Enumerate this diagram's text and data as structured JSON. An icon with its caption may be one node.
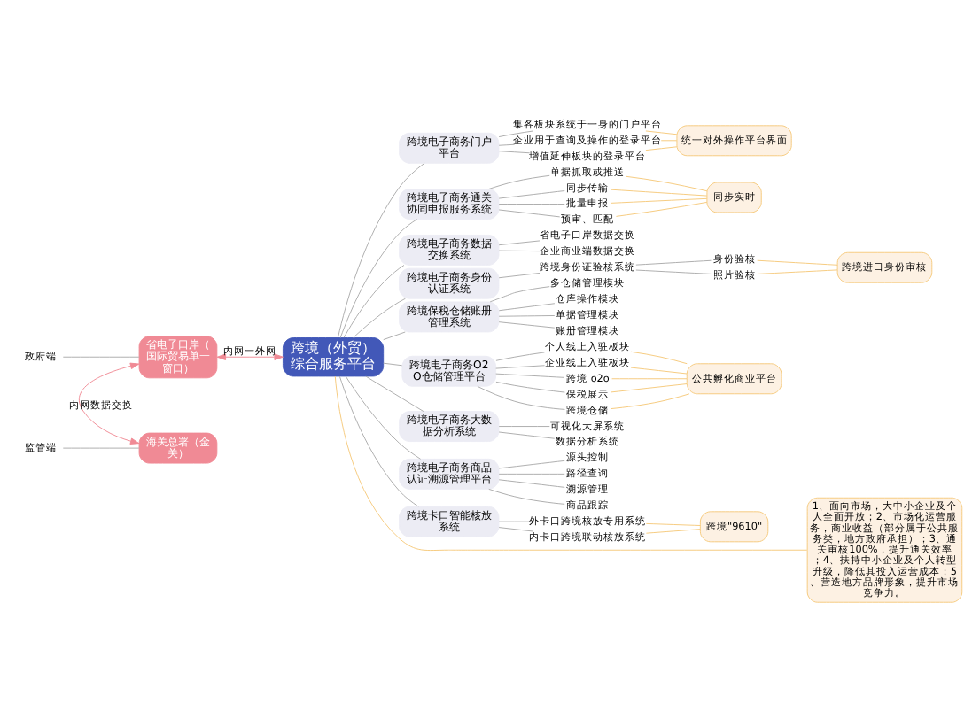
{
  "diagram": {
    "nodes": [
      {
        "text": [
          "跨境（外贸）综合服务平台"
        ]
      },
      {
        "text": [
          "省电子口岸（国际贸易单一窗口）"
        ]
      },
      {
        "text": [
          "海关总署（金关）"
        ]
      },
      {
        "text": [
          "政府端"
        ]
      },
      {
        "text": [
          "监管端"
        ]
      },
      {
        "text": [
          "跨境电子商务门户平台"
        ]
      },
      {
        "text": [
          "集各板块系统于一身的门户平台"
        ]
      },
      {
        "text": [
          "企业用于查询及操作的登录平台"
        ]
      },
      {
        "text": [
          "增值延伸板块的登录平台"
        ]
      },
      {
        "text": [
          "统一对外操作平台界面"
        ]
      },
      {
        "text": [
          "跨境电子商务通关协同申报服务系统"
        ]
      },
      {
        "text": [
          "单据抓取或推送"
        ]
      },
      {
        "text": [
          "同步传输"
        ]
      },
      {
        "text": [
          "批量申报"
        ]
      },
      {
        "text": [
          "预审、匹配"
        ]
      },
      {
        "text": [
          "同步实时"
        ]
      },
      {
        "text": [
          "跨境电子商务数据交换系统"
        ]
      },
      {
        "text": [
          "省电子口岸数据交换"
        ]
      },
      {
        "text": [
          "企业商业端数据交换"
        ]
      },
      {
        "text": [
          "跨境电子商务身份认证系统"
        ]
      },
      {
        "text": [
          "跨境身份证验核系统"
        ]
      },
      {
        "text": [
          "身份验核"
        ]
      },
      {
        "text": [
          "照片验核"
        ]
      },
      {
        "text": [
          "跨境进口身份审核"
        ]
      },
      {
        "text": [
          "跨境保税仓储账册管理系统"
        ]
      },
      {
        "text": [
          "多仓储管理模块"
        ]
      },
      {
        "text": [
          "仓库操作模块"
        ]
      },
      {
        "text": [
          "单据管理模块"
        ]
      },
      {
        "text": [
          "账册管理模块"
        ]
      },
      {
        "text": [
          "跨境电子商务O2O仓储管理平台"
        ]
      },
      {
        "text": [
          "个人线上入驻板块"
        ]
      },
      {
        "text": [
          "企业线上入驻板块"
        ]
      },
      {
        "text": [
          "跨境 o2o"
        ]
      },
      {
        "text": [
          "保税展示"
        ]
      },
      {
        "text": [
          "跨境仓储"
        ]
      },
      {
        "text": [
          "公共孵化商业平台"
        ]
      },
      {
        "text": [
          "跨境电子商务大数据分析系统"
        ]
      },
      {
        "text": [
          "可视化大屏系统"
        ]
      },
      {
        "text": [
          "数据分析系统"
        ]
      },
      {
        "text": [
          "跨境电子商务商品认证溯源管理平台"
        ]
      },
      {
        "text": [
          "源头控制"
        ]
      },
      {
        "text": [
          "路径查询"
        ]
      },
      {
        "text": [
          "溯源管理"
        ]
      },
      {
        "text": [
          "商品跟踪"
        ]
      },
      {
        "text": [
          "跨境卡口智能核放系统"
        ]
      },
      {
        "text": [
          "外卡口跨境核放专用系统"
        ]
      },
      {
        "text": [
          "内卡口跨境联动核放系统"
        ]
      },
      {
        "text": [
          "跨境\"9610\""
        ]
      },
      {
        "text": [
          "1、面向市场，大中小企业及个人全面开放；2、市场化运营服务，商业收益（部分属于公共服务类，地方政府承担）；3、通关审核100%，提升通关效率；4、扶持中小企业及个人转型升级，降低其投入运营成本；5、营造地方品牌形象，提升市场竞争力。"
        ]
      }
    ],
    "edges": [
      {
        "from": 3,
        "to": 1,
        "arrow": "none"
      },
      {
        "from": 4,
        "to": 2,
        "arrow": "none"
      },
      {
        "from": 1,
        "to": 0,
        "arrow": "both",
        "label": "内网一外网",
        "color": "#f08a95"
      },
      {
        "from": 1,
        "to": 2,
        "arrow": "both",
        "label": "内网数据交换",
        "color": "#f08a95"
      },
      {
        "from": 0,
        "to": 5,
        "arrow": "none"
      },
      {
        "from": 5,
        "to": 6,
        "arrow": "none"
      },
      {
        "from": 5,
        "to": 7,
        "arrow": "none"
      },
      {
        "from": 5,
        "to": 8,
        "arrow": "none"
      },
      {
        "from": 6,
        "to": 9,
        "arrow": "none",
        "color": "#f5c97a"
      },
      {
        "from": 7,
        "to": 9,
        "arrow": "none",
        "color": "#f5c97a"
      },
      {
        "from": 8,
        "to": 9,
        "arrow": "none",
        "color": "#f5c97a"
      },
      {
        "from": 0,
        "to": 10,
        "arrow": "none"
      },
      {
        "from": 10,
        "to": 11,
        "arrow": "none"
      },
      {
        "from": 10,
        "to": 12,
        "arrow": "none"
      },
      {
        "from": 10,
        "to": 13,
        "arrow": "none"
      },
      {
        "from": 10,
        "to": 14,
        "arrow": "none"
      },
      {
        "from": 11,
        "to": 15,
        "arrow": "none",
        "color": "#f5c97a"
      },
      {
        "from": 12,
        "to": 15,
        "arrow": "none",
        "color": "#f5c97a"
      },
      {
        "from": 13,
        "to": 15,
        "arrow": "none",
        "color": "#f5c97a"
      },
      {
        "from": 14,
        "to": 15,
        "arrow": "none",
        "color": "#f5c97a"
      },
      {
        "from": 0,
        "to": 16,
        "arrow": "none"
      },
      {
        "from": 16,
        "to": 17,
        "arrow": "none"
      },
      {
        "from": 16,
        "to": 18,
        "arrow": "none"
      },
      {
        "from": 0,
        "to": 19,
        "arrow": "none"
      },
      {
        "from": 19,
        "to": 20,
        "arrow": "none"
      },
      {
        "from": 20,
        "to": 21,
        "arrow": "none"
      },
      {
        "from": 20,
        "to": 22,
        "arrow": "none"
      },
      {
        "from": 21,
        "to": 23,
        "arrow": "none",
        "color": "#f5c97a"
      },
      {
        "from": 22,
        "to": 23,
        "arrow": "none",
        "color": "#f5c97a"
      },
      {
        "from": 0,
        "to": 24,
        "arrow": "none"
      },
      {
        "from": 24,
        "to": 25,
        "arrow": "none"
      },
      {
        "from": 24,
        "to": 26,
        "arrow": "none"
      },
      {
        "from": 24,
        "to": 27,
        "arrow": "none"
      },
      {
        "from": 24,
        "to": 28,
        "arrow": "none"
      },
      {
        "from": 0,
        "to": 29,
        "arrow": "none"
      },
      {
        "from": 29,
        "to": 30,
        "arrow": "none"
      },
      {
        "from": 29,
        "to": 31,
        "arrow": "none"
      },
      {
        "from": 29,
        "to": 32,
        "arrow": "none"
      },
      {
        "from": 29,
        "to": 33,
        "arrow": "none"
      },
      {
        "from": 29,
        "to": 34,
        "arrow": "none"
      },
      {
        "from": 30,
        "to": 35,
        "arrow": "none",
        "color": "#f5c97a"
      },
      {
        "from": 31,
        "to": 35,
        "arrow": "none",
        "color": "#f5c97a"
      },
      {
        "from": 32,
        "to": 35,
        "arrow": "none",
        "color": "#f5c97a"
      },
      {
        "from": 33,
        "to": 35,
        "arrow": "none",
        "color": "#f5c97a"
      },
      {
        "from": 34,
        "to": 35,
        "arrow": "none",
        "color": "#f5c97a"
      },
      {
        "from": 0,
        "to": 36,
        "arrow": "none"
      },
      {
        "from": 36,
        "to": 37,
        "arrow": "none"
      },
      {
        "from": 36,
        "to": 38,
        "arrow": "none"
      },
      {
        "from": 0,
        "to": 39,
        "arrow": "none"
      },
      {
        "from": 39,
        "to": 40,
        "arrow": "none"
      },
      {
        "from": 39,
        "to": 41,
        "arrow": "none"
      },
      {
        "from": 39,
        "to": 42,
        "arrow": "none"
      },
      {
        "from": 39,
        "to": 43,
        "arrow": "none"
      },
      {
        "from": 0,
        "to": 44,
        "arrow": "none"
      },
      {
        "from": 44,
        "to": 45,
        "arrow": "none"
      },
      {
        "from": 44,
        "to": 46,
        "arrow": "none"
      },
      {
        "from": 45,
        "to": 47,
        "arrow": "none",
        "color": "#f5c97a"
      },
      {
        "from": 46,
        "to": 47,
        "arrow": "none",
        "color": "#f5c97a"
      },
      {
        "from": 0,
        "to": 48,
        "arrow": "none",
        "color": "#f5c97a"
      }
    ]
  }
}
